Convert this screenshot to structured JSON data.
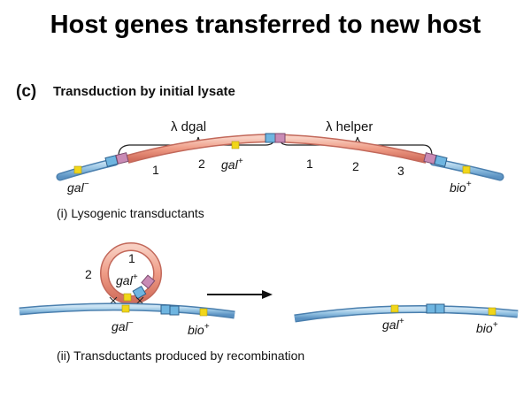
{
  "title": "Host genes transferred to new host",
  "panel": {
    "label": "(c)",
    "heading": "Transduction by initial lysate"
  },
  "top_diagram": {
    "brace_left_label": "λ dgal",
    "brace_right_label": "λ helper",
    "seg_1a": "1",
    "seg_2a": "2",
    "gal_plus_label_base": "gal",
    "gal_plus_sup": "+",
    "seg_1b": "1",
    "seg_2b": "2",
    "seg_3": "3",
    "gal_minus_base": "gal",
    "gal_minus_sup": "−",
    "bio_plus_base": "bio",
    "bio_plus_sup": "+",
    "caption": "(i)  Lysogenic transductants"
  },
  "bottom_diagram": {
    "ring_seg_1": "1",
    "ring_seg_2": "2",
    "ring_gal_base": "gal",
    "ring_gal_sup": "+",
    "left_gal_base": "gal",
    "left_gal_sup": "−",
    "left_bio_base": "bio",
    "left_bio_sup": "+",
    "right_gal_base": "gal",
    "right_gal_sup": "+",
    "right_bio_base": "bio",
    "right_bio_sup": "+",
    "caption": "(ii) Transductants produced by recombination"
  },
  "colors": {
    "host_dna": "#8fbfe0",
    "host_dna_edge": "#4a7fae",
    "phage_dna": "#f0a08a",
    "phage_dna_edge": "#c2685a",
    "gal_marker": "#f1d61a",
    "att_blue": "#6fb5e0",
    "att_pink": "#c98bb5"
  }
}
